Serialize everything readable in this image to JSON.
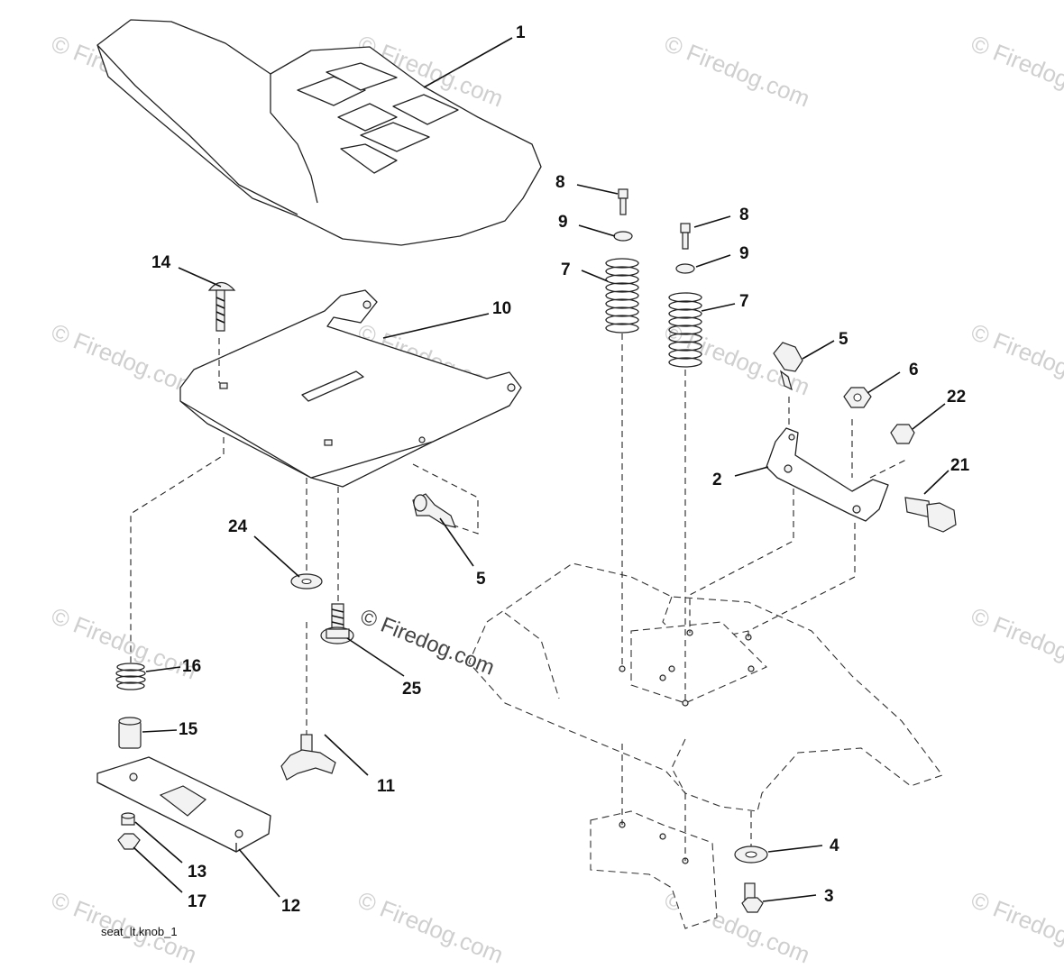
{
  "watermark": {
    "faint_text": "© Firedog.com",
    "center_text": "© Firedog.com"
  },
  "caption": "seat_lt.knob_1",
  "callouts": {
    "c1": "1",
    "c14": "14",
    "c10": "10",
    "c24": "24",
    "c5a": "5",
    "c16": "16",
    "c15": "15",
    "c25": "25",
    "c11": "11",
    "c13": "13",
    "c17": "17",
    "c12": "12",
    "c8a": "8",
    "c9a": "9",
    "c7a": "7",
    "c8b": "8",
    "c9b": "9",
    "c7b": "7",
    "c5b": "5",
    "c6": "6",
    "c22": "22",
    "c2": "2",
    "c21": "21",
    "c4": "4",
    "c3": "3"
  }
}
